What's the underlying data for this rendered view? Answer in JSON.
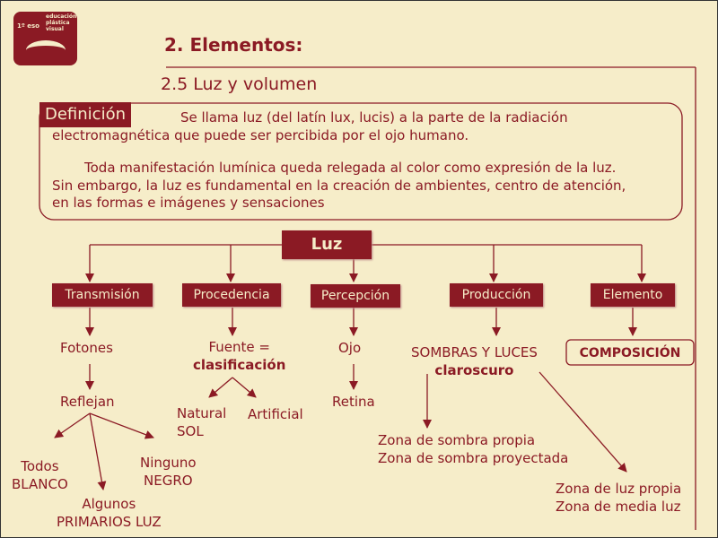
{
  "logo": {
    "grade": "1º eso",
    "subject": "educación plástica visual"
  },
  "header": {
    "title": "2. Elementos:",
    "subtitle": "2.5 Luz y volumen"
  },
  "definition": {
    "label": "Definición",
    "p1a": "Se llama luz (del latín lux, lucis) a la parte de la radiación",
    "p1b": "electromagnética que puede ser percibida por el ojo humano.",
    "p2a": "Toda manifestación lumínica queda relegada al color como expresión de la luz.",
    "p2b": "Sin embargo, la luz es fundamental en la creación de ambientes,  centro de atención,",
    "p2c": "en las  formas e imágenes y sensaciones"
  },
  "map": {
    "root": "Luz",
    "categories": [
      "Transmisión",
      "Procedencia",
      "Percepción",
      "Producción",
      "Elemento"
    ],
    "fotones": "Fotones",
    "reflejan": "Reflejan",
    "todos": "Todos",
    "blanco": "BLANCO",
    "algunos": "Algunos",
    "primarios": "PRIMARIOS LUZ",
    "ninguno": "Ninguno",
    "negro": "NEGRO",
    "fuente": "Fuente =",
    "clasificacion": "clasificación",
    "natural": "Natural",
    "sol": "SOL",
    "artificial": "Artificial",
    "ojo": "Ojo",
    "retina": "Retina",
    "sombras": "SOMBRAS Y LUCES",
    "claroscuro": "claroscuro",
    "zona1": "Zona de sombra propia",
    "zona2": "Zona de sombra proyectada",
    "zona3": "Zona de luz propia",
    "zona4": "Zona de media luz",
    "composicion": "COMPOSICIÓN"
  }
}
